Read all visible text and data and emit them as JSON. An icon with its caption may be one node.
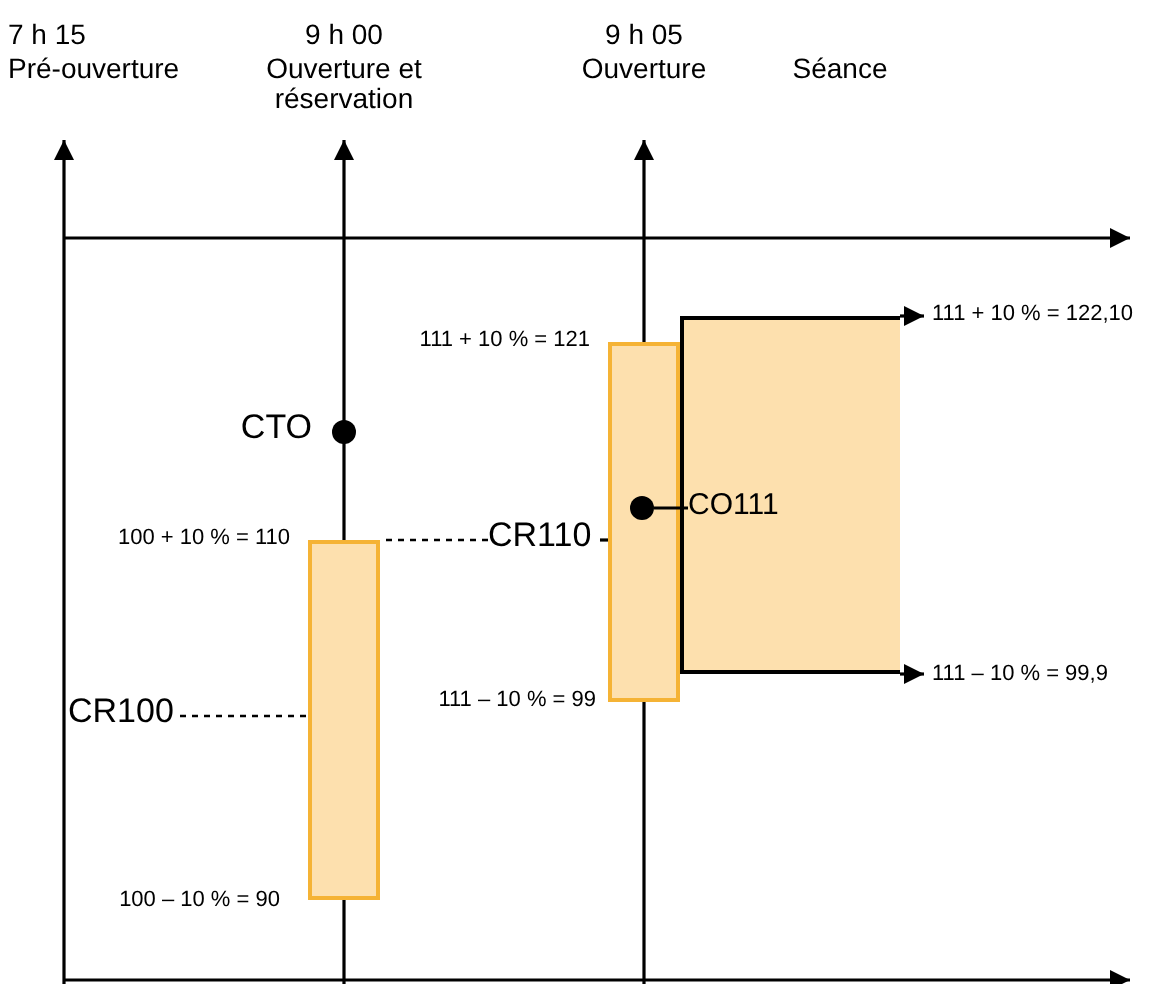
{
  "diagram": {
    "nodes": [
      {
        "text": [],
        "shape": "box"
      },
      {
        "text": [],
        "shape": "box"
      },
      {
        "text": [],
        "shape": "box"
      },
      {
        "text": [
          "CR100"
        ]
      },
      {
        "text": [
          "CR110"
        ]
      },
      {
        "text": [],
        "shape": "circle",
        "beside": [
          "CTO"
        ]
      },
      {
        "text": [],
        "shape": "circle",
        "in": 1
      },
      {
        "text": [
          "CO111"
        ],
        "in": 2
      },
      {
        "text": [
          "111 + 10 % = 122,10"
        ]
      },
      {
        "text": [
          "111 – 10 % = 99,9"
        ]
      }
    ],
    "edges": [
      {
        "from": 3,
        "to": 0,
        "arrow": "none",
        "style": "dashed"
      },
      {
        "from": 4,
        "to": 0,
        "arrow": "none",
        "style": "dashed"
      },
      {
        "from": 4,
        "to": 1,
        "arrow": "none"
      },
      {
        "from": 7,
        "to": 6,
        "arrow": "none"
      },
      {
        "from": 2,
        "to": 8,
        "arrow": "to"
      },
      {
        "from": 2,
        "to": 9,
        "arrow": "to"
      }
    ],
    "labels": [
      "7 h 15",
      "Pré-ouverture",
      "9 h 00",
      "Ouverture et réservation",
      "9 h 05",
      "Ouverture",
      "Séance",
      "111 + 10 % = 121",
      "100 + 10 % = 110",
      "111 – 10 % = 99",
      "100 – 10 % = 90"
    ]
  }
}
